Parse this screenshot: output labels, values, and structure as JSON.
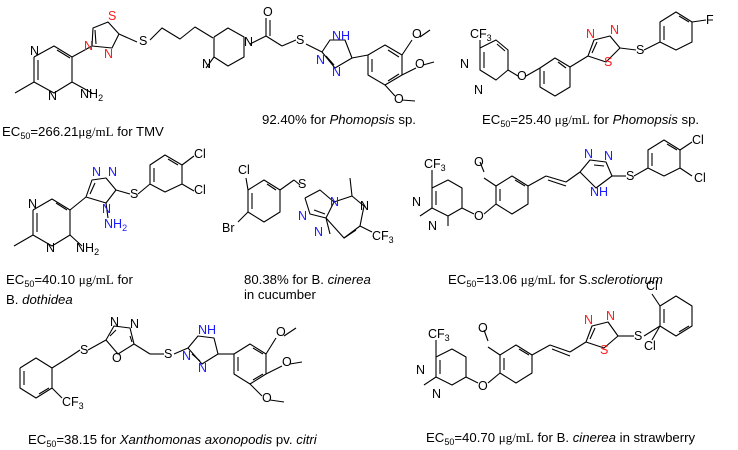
{
  "compounds": [
    {
      "activity": {
        "prefix": "EC",
        "sub": "50",
        "value": "=266.21",
        "unit": "μg/mL",
        "text": " for TMV"
      },
      "labels": {
        "s_ring": "S",
        "n1": "N",
        "n2": "N",
        "s_chain": "S",
        "n_pyr1": "N",
        "n_pyr2": "N",
        "nh2": "NH",
        "nh2_sub": "2"
      }
    },
    {
      "activity": {
        "prefix": "92.40% for ",
        "organism": "Phomopsis",
        "suffix": " sp."
      },
      "labels": {
        "o_carbonyl": "O",
        "n_pip1": "N",
        "n_pip2": "N",
        "s": "S",
        "nh": "H",
        "nh_n": "N",
        "n_tr1": "N",
        "n_tr2": "N",
        "ome1": "O",
        "ome2": "O",
        "ome3": "O"
      }
    },
    {
      "activity": {
        "prefix": "EC",
        "sub": "50",
        "value": "=25.40 ",
        "unit": "μg/mL",
        "text": " for ",
        "organism": "Phomopsis",
        "suffix": " sp."
      },
      "labels": {
        "cf3": "CF",
        "cf3_sub": "3",
        "n_pyr1": "N",
        "n_pyr2": "N",
        "o": "O",
        "n1": "N",
        "n2": "N",
        "s_ring": "S",
        "s_chain": "S",
        "f": "F"
      }
    },
    {
      "activity": {
        "prefix": "EC",
        "sub": "50",
        "value": "=40.10 ",
        "unit": "μg/mL",
        "text": " for",
        "line2_prefix": "B. ",
        "organism": "dothidea"
      },
      "labels": {
        "n1": "N",
        "n2": "N",
        "n3": "N",
        "nh2_ring": "NH",
        "nh2_ring_sub": "2",
        "s": "S",
        "cl1": "Cl",
        "cl2": "Cl",
        "n_pyr1": "N",
        "n_pyr2": "N",
        "nh2": "NH",
        "nh2_sub": "2"
      }
    },
    {
      "activity": {
        "prefix": "80.38% for  B. ",
        "organism": "cinerea",
        "line2": "in cucumber"
      },
      "labels": {
        "cl": "Cl",
        "br": "Br",
        "s": "S",
        "n1": "N",
        "n2": "N",
        "n3": "N",
        "n4": "N",
        "cf3": "CF",
        "cf3_sub": "3"
      }
    },
    {
      "activity": {
        "prefix": "EC",
        "sub": "50",
        "value": "=13.06 ",
        "unit": "μg/mL",
        "text": " for S.",
        "organism": "sclerotiorum"
      },
      "labels": {
        "cf3": "CF",
        "cf3_sub": "3",
        "o_me": "O",
        "n_pyr1": "N",
        "n_pyr2": "N",
        "o": "O",
        "n1": "N",
        "n2": "N",
        "nh": "N",
        "nh_h": "H",
        "s": "S",
        "cl1": "Cl",
        "cl2": "Cl"
      }
    },
    {
      "activity": {
        "prefix": "EC",
        "sub": "50",
        "value": "=38.15 for ",
        "organism": "Xanthomonas axonopodis",
        "suffix": " pv. ",
        "organism2": "citri"
      },
      "labels": {
        "s1": "S",
        "o_ring": "O",
        "n1": "N",
        "n2": "N",
        "s2": "S",
        "nh": "H",
        "nh_n": "N",
        "n_tr1": "N",
        "n_tr2": "N",
        "cf3": "CF",
        "cf3_sub": "3",
        "ome1": "O",
        "ome2": "O",
        "ome3": "O"
      }
    },
    {
      "activity": {
        "prefix": "EC",
        "sub": "50",
        "value": "=40.70 ",
        "unit": "μg/mL",
        "text": " for B. ",
        "organism": "cinerea",
        "suffix": " in strawberry"
      },
      "labels": {
        "cf3": "CF",
        "cf3_sub": "3",
        "o_me": "O",
        "n_pyr1": "N",
        "n_pyr2": "N",
        "o": "O",
        "n1": "N",
        "n2": "N",
        "s_ring": "S",
        "s_chain": "S",
        "cl1": "Cl",
        "cl2": "Cl"
      }
    }
  ],
  "colors": {
    "heteroatom_triazole": "#1a1aff",
    "heteroatom_thiadiazole": "#ff1a1a",
    "bond": "#000000",
    "background": "#ffffff"
  }
}
